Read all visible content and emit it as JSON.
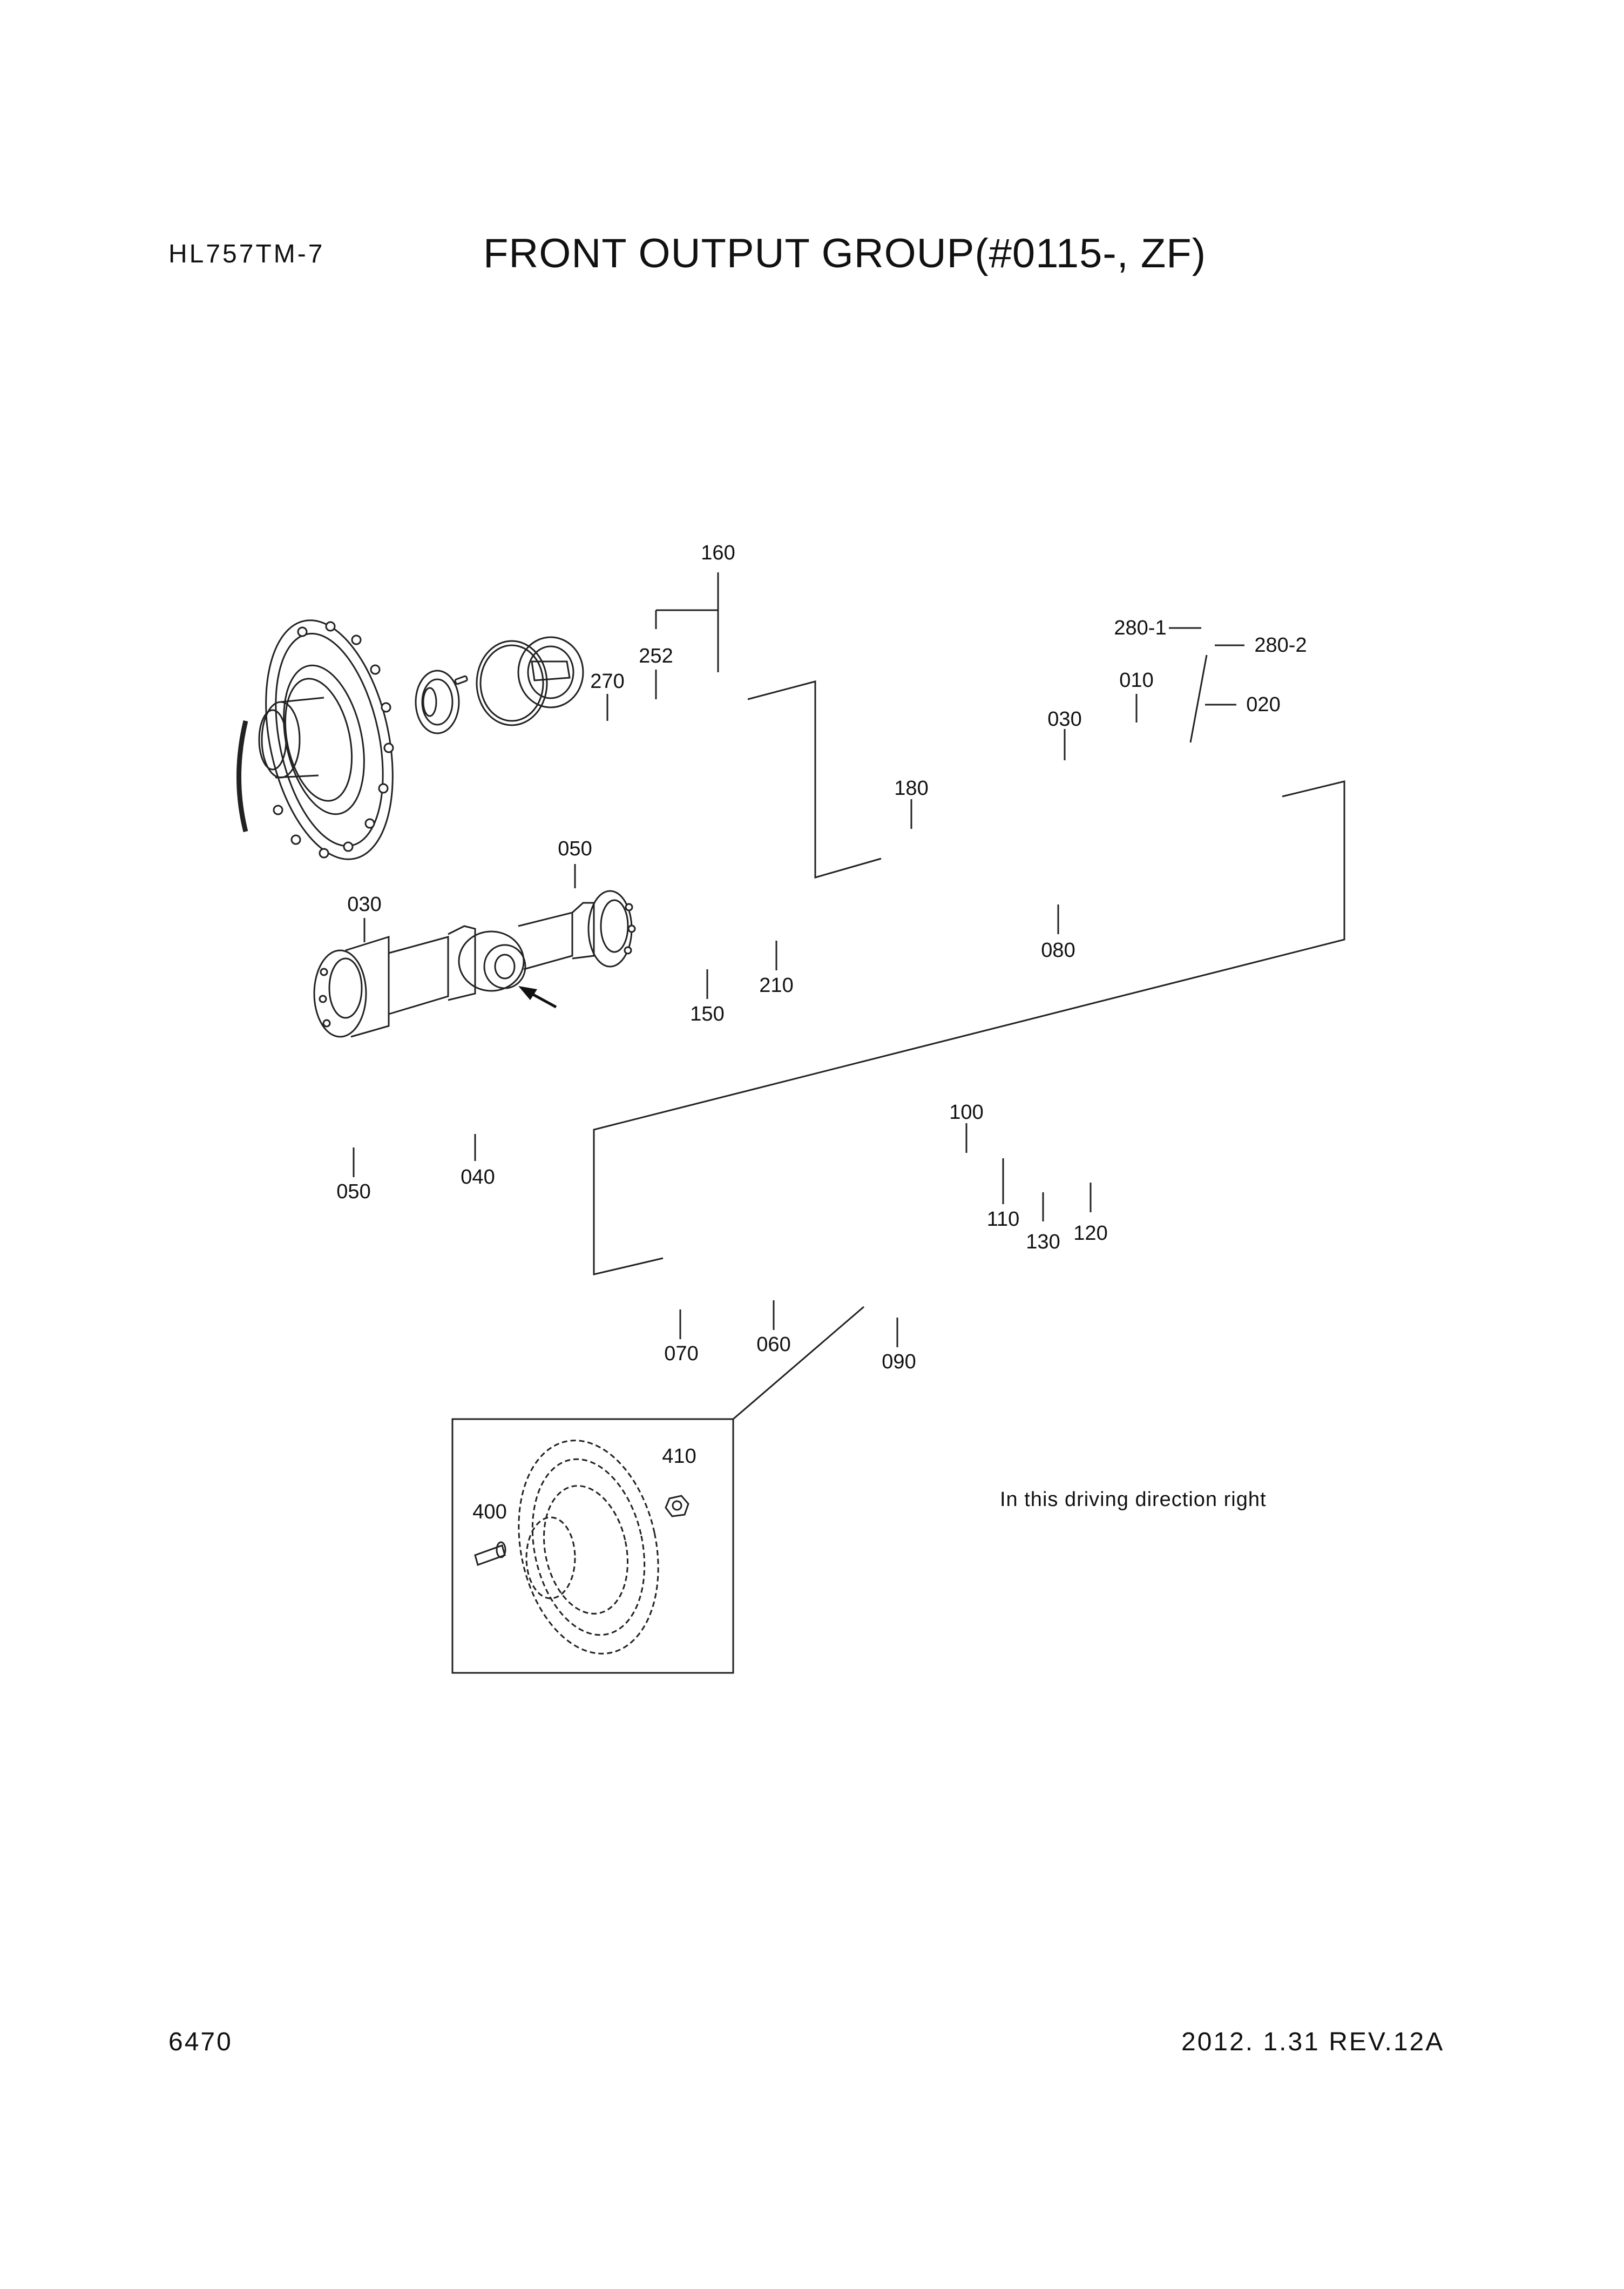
{
  "header": {
    "model": "HL757TM-7",
    "title": "FRONT OUTPUT GROUP(#0115-, ZF)"
  },
  "footer": {
    "page_number": "6470",
    "revision": "2012. 1.31 REV.12A"
  },
  "note": "In this driving direction right",
  "callouts": {
    "c160": "160",
    "c252": "252",
    "c270": "270",
    "c280_1": "280-1",
    "c280_2": "280-2",
    "c010": "010",
    "c020": "020",
    "c030_top": "030",
    "c180": "180",
    "c050_axle": "050",
    "c030_axle": "030",
    "c080": "080",
    "c210": "210",
    "c150": "150",
    "c100": "100",
    "c110": "110",
    "c130": "130",
    "c120": "120",
    "c050_left": "050",
    "c040": "040",
    "c070": "070",
    "c060": "060",
    "c090": "090",
    "c410": "410",
    "c400": "400"
  }
}
